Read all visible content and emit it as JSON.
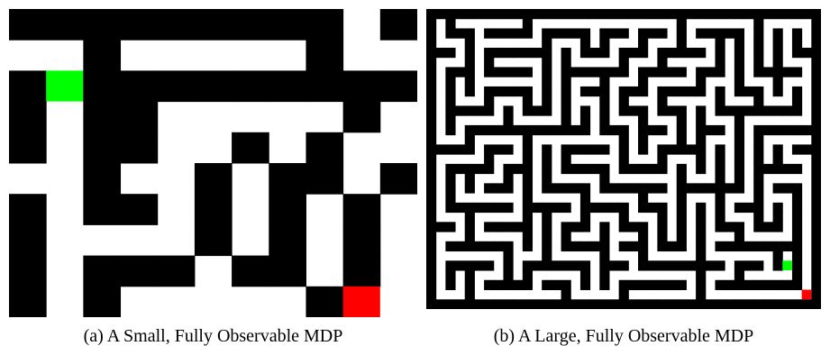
{
  "figure": {
    "panel_a": {
      "caption": "(a) A Small, Fully Observable MDP",
      "grid": [
        "#########.#",
        "..#.....#..",
        "#S#########",
        "#.##.....#.",
        "#.##..#.#..",
        "..#..#.##.#",
        "#.##.#.#.#.",
        "#....#.#.#.",
        "#.###.##.#.",
        "#.#.....#G."
      ],
      "colors": {
        "wall": "#000000",
        "floor": "#ffffff",
        "start": "#00ff00",
        "goal": "#ff0000"
      }
    },
    "panel_b": {
      "caption": "(b) A Large, Fully Observable MDP",
      "colors": {
        "wall": "#000000",
        "floor": "#ffffff",
        "start": "#00ff00",
        "goal": "#ff0000"
      }
    }
  }
}
